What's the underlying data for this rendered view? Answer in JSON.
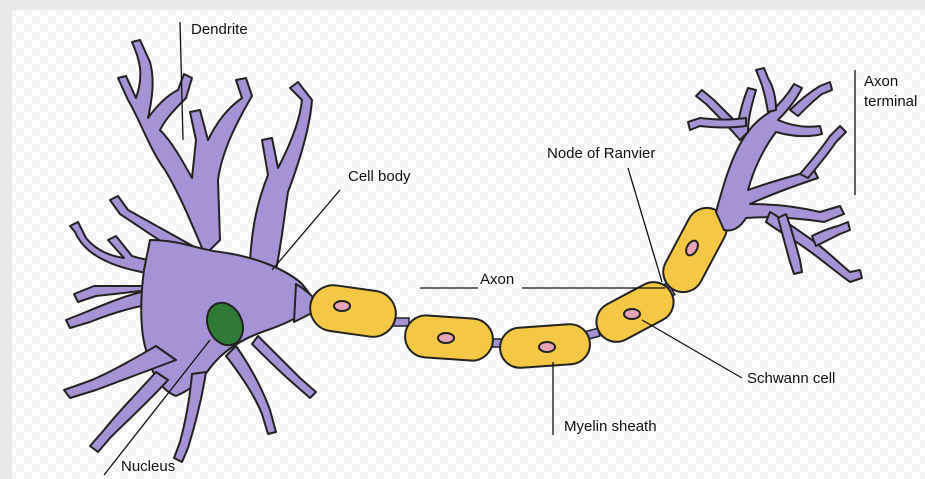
{
  "labels": {
    "dendrite": "Dendrite",
    "axon_terminal_line1": "Axon",
    "axon_terminal_line2": "terminal",
    "cell_body": "Cell body",
    "node_of_ranvier": "Node of Ranvier",
    "axon": "Axon",
    "schwann_cell": "Schwann cell",
    "myelin_sheath": "Myelin sheath",
    "nucleus": "Nucleus"
  },
  "colors": {
    "neuron_body": "#a693d6",
    "myelin": "#f4c844",
    "nucleus": "#2f7a35",
    "schwann_nucleus": "#e8a4b4",
    "outline": "#222222",
    "background": "#ffffff"
  }
}
